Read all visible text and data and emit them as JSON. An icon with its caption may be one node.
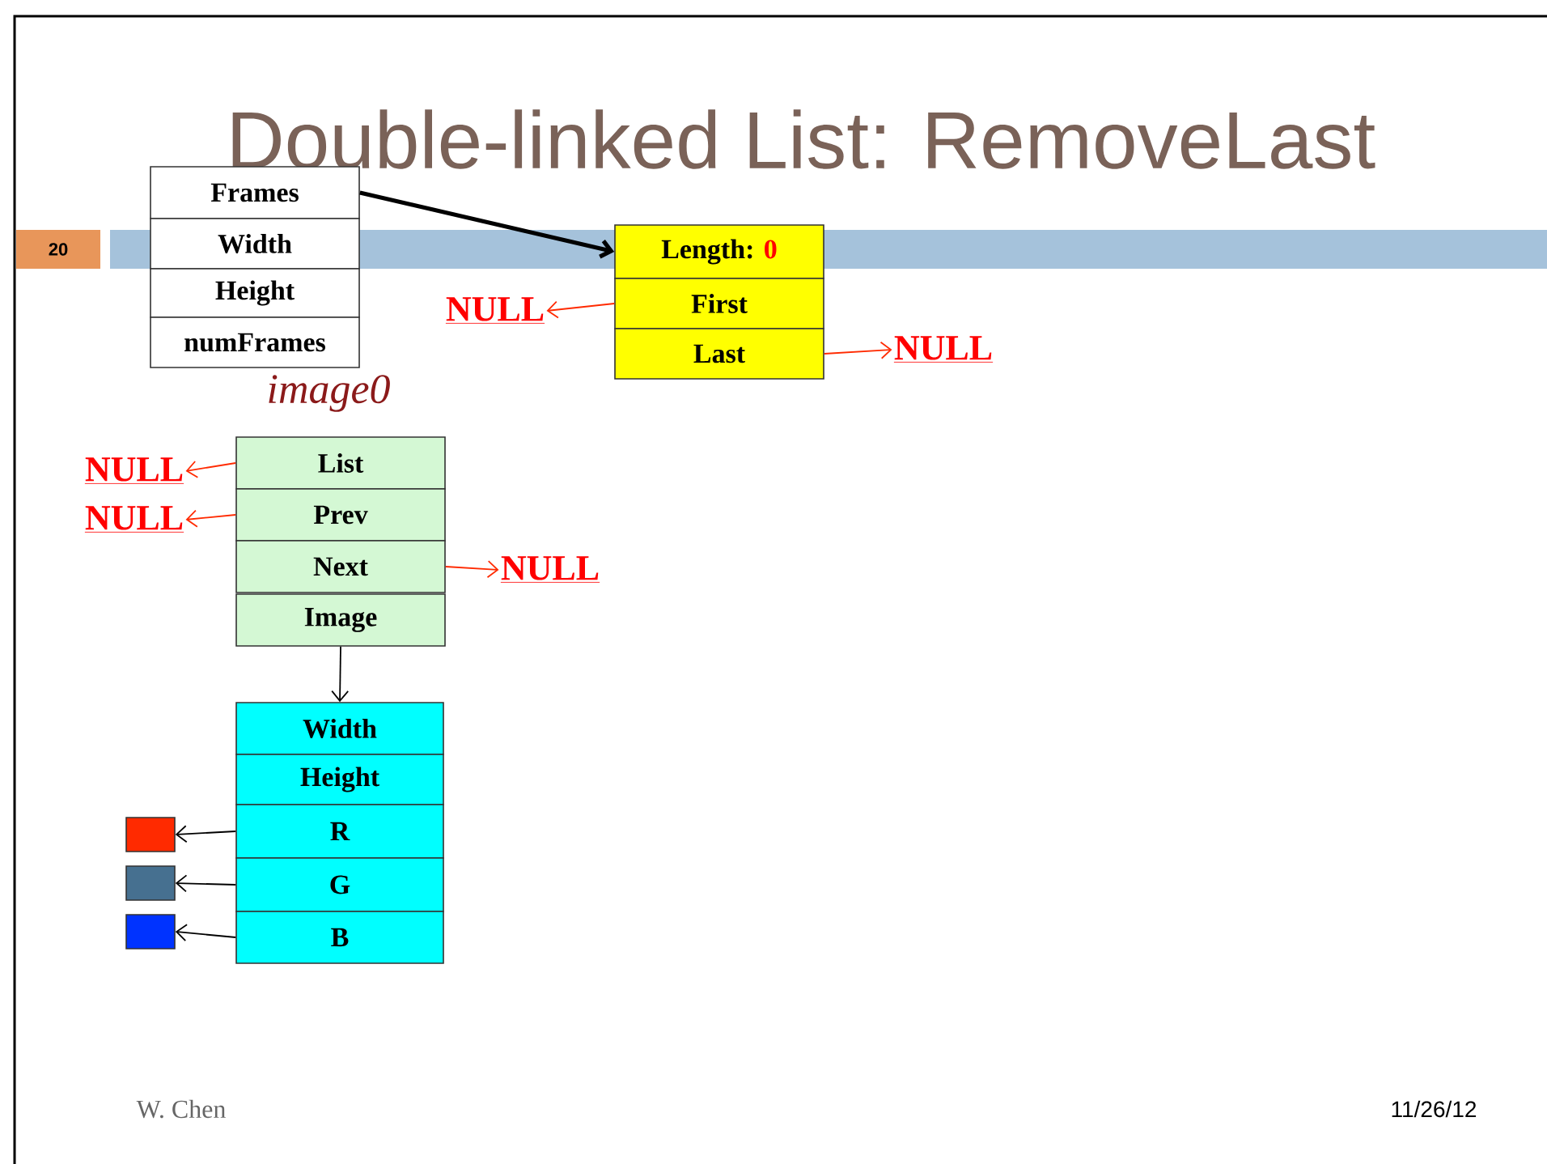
{
  "diagram": {
    "title": "Double-linked List: RemoveLast",
    "nodes": [
      {
        "text": [
          "Frames"
        ]
      },
      {
        "text": [
          "Width"
        ]
      },
      {
        "text": [
          "Height"
        ]
      },
      {
        "text": [
          "numFrames"
        ]
      },
      {
        "text": [
          "Length:",
          "0"
        ]
      },
      {
        "text": [
          "First"
        ]
      },
      {
        "text": [
          "Last"
        ]
      },
      {
        "text": [
          "NULL"
        ]
      },
      {
        "text": [
          "NULL"
        ]
      },
      {
        "text": [
          "List"
        ]
      },
      {
        "text": [
          "Prev"
        ]
      },
      {
        "text": [
          "Next"
        ]
      },
      {
        "text": [
          "Image"
        ]
      },
      {
        "text": [
          "NULL"
        ]
      },
      {
        "text": [
          "NULL"
        ]
      },
      {
        "text": [
          "NULL"
        ]
      },
      {
        "text": [
          "Width"
        ]
      },
      {
        "text": [
          "Height"
        ]
      },
      {
        "text": [
          "R"
        ]
      },
      {
        "text": [
          "G"
        ]
      },
      {
        "text": [
          "B"
        ]
      },
      {
        "text": [],
        "shape": "box"
      },
      {
        "text": [],
        "shape": "box"
      },
      {
        "text": [],
        "shape": "box"
      }
    ],
    "edges": [
      {
        "from": 0,
        "to": 4,
        "arrow": "to",
        "style": "thick"
      },
      {
        "from": 5,
        "to": 7,
        "arrow": "to",
        "color": "#ff2a00"
      },
      {
        "from": 6,
        "to": 8,
        "arrow": "to",
        "color": "#ff2a00"
      },
      {
        "from": 9,
        "to": 13,
        "arrow": "to",
        "color": "#ff2a00"
      },
      {
        "from": 10,
        "to": 14,
        "arrow": "to",
        "color": "#ff2a00"
      },
      {
        "from": 11,
        "to": 15,
        "arrow": "to",
        "color": "#ff2a00"
      },
      {
        "from": 12,
        "to": 16,
        "arrow": "to"
      },
      {
        "from": 18,
        "to": 21,
        "arrow": "to"
      },
      {
        "from": 19,
        "to": 22,
        "arrow": "to"
      },
      {
        "from": 20,
        "to": 23,
        "arrow": "to"
      }
    ],
    "labels": [
      "20",
      "image0",
      "W. Chen",
      "11/26/12"
    ]
  }
}
